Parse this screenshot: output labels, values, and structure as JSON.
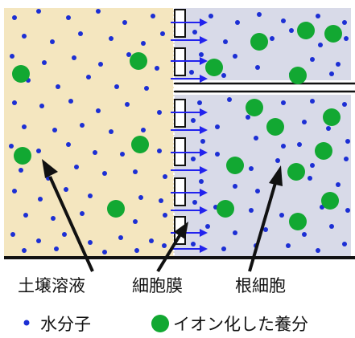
{
  "labels": {
    "soil_solution": "土壌溶液",
    "cell_membrane": "細胞膜",
    "root_cell": "根細胞"
  },
  "legend": {
    "water": "水分子",
    "nutrient": "イオン化した養分"
  },
  "colors": {
    "soil_background": "#f4e6bf",
    "root_background": "#d8dae8",
    "water_molecule": "#1c2fd4",
    "nutrient": "#12a832",
    "arrow": "#2222ee",
    "outline": "#111111"
  }
}
